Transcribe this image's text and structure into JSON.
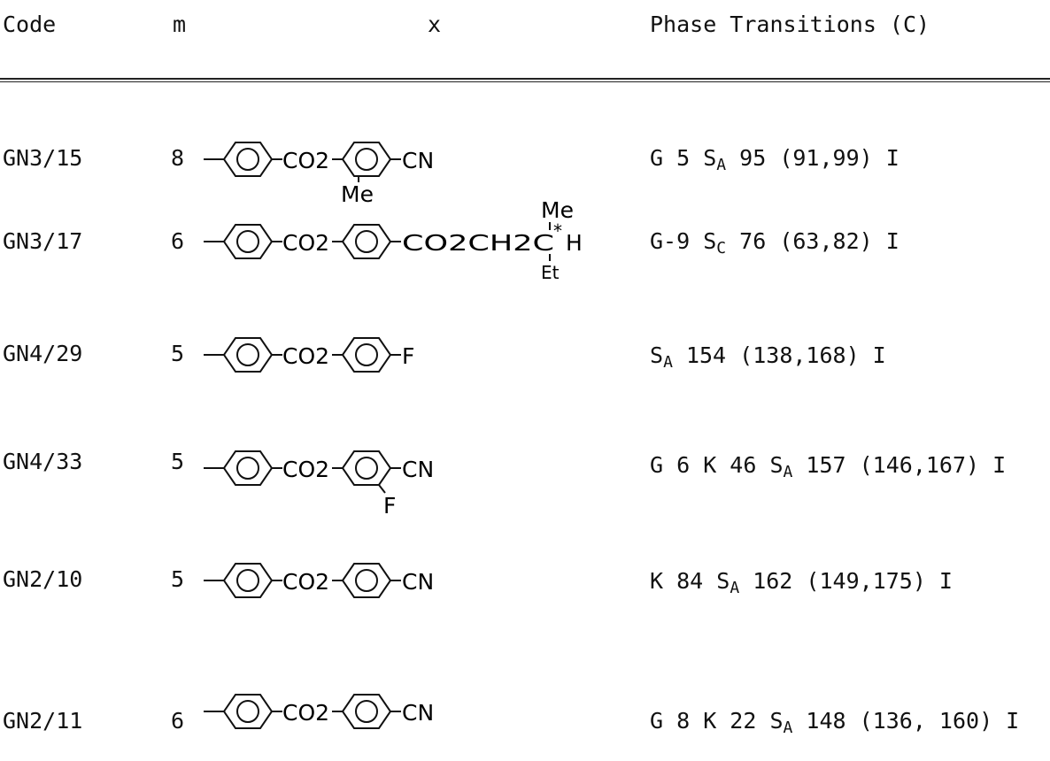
{
  "header": {
    "code": "Code",
    "m": "m",
    "x": "x",
    "phase": "Phase Transitions (C)"
  },
  "rows": [
    {
      "code": "GN3/15",
      "m": "8",
      "x": {
        "left": "CO2",
        "right": "CN",
        "sub": "Me"
      },
      "phase": {
        "a": "G 5 S",
        "a_sub": "A",
        "b": " 95 (91,99) I"
      }
    },
    {
      "code": "GN3/17",
      "m": "6",
      "x": {
        "left": "CO2",
        "right": "CO2CH2C",
        "tail_h": "H",
        "tail_top": "Me",
        "tail_bot": "Et",
        "star": "*"
      },
      "phase": {
        "a": "G-9 S",
        "a_sub": "C",
        "b": " 76 (63,82) I"
      }
    },
    {
      "code": "GN4/29",
      "m": "5",
      "x": {
        "left": "CO2",
        "right": "F"
      },
      "phase": {
        "a": "S",
        "a_sub": "A",
        "b": " 154 (138,168) I"
      }
    },
    {
      "code": "GN4/33",
      "m": "5",
      "x": {
        "left": "CO2",
        "right": "CN",
        "sub": "F"
      },
      "phase": {
        "a": "G 6 K 46 S",
        "a_sub": "A",
        "b": " 157 (146,167) I"
      }
    },
    {
      "code": "GN2/10",
      "m": "5",
      "x": {
        "left": "CO2",
        "right": "CN"
      },
      "phase": {
        "a": "K 84 S",
        "a_sub": "A",
        "b": " 162 (149,175) I"
      }
    },
    {
      "code": "GN2/11",
      "m": "6",
      "x": {
        "left": "CO2",
        "right": "CN"
      },
      "phase": {
        "a": "G 8 K 22 S",
        "a_sub": "A",
        "b": " 148 (136, 160) I"
      }
    }
  ]
}
